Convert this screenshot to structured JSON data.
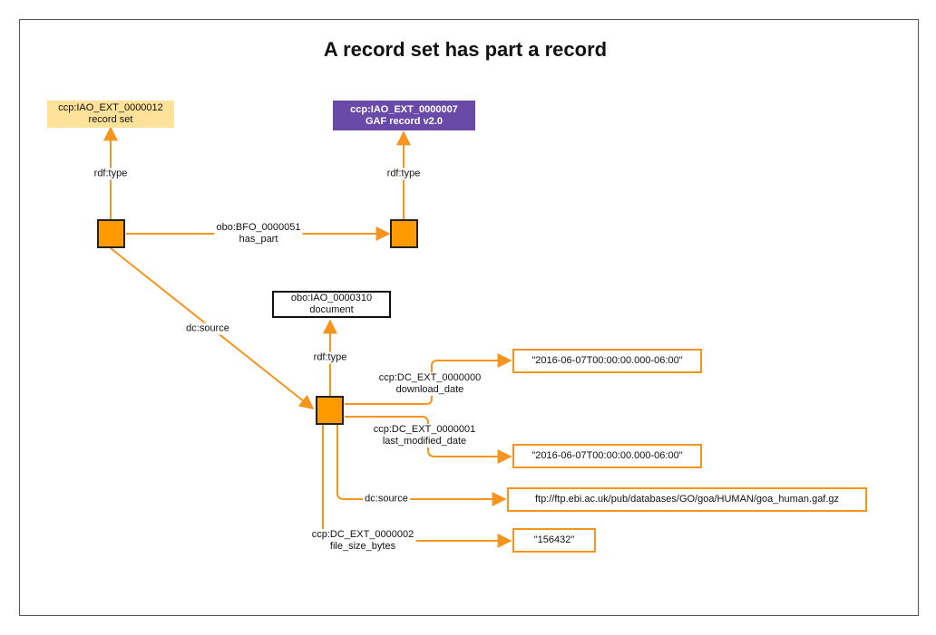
{
  "title": "A record set has part a record",
  "classes": {
    "record_set": {
      "id": "ccp:IAO_EXT_0000012",
      "label": "record set"
    },
    "gaf_record": {
      "id": "ccp:IAO_EXT_0000007",
      "label": "GAF record v2.0"
    },
    "document": {
      "id": "obo:IAO_0000310",
      "label": "document"
    }
  },
  "edges": {
    "rdf_type": "rdf:type",
    "has_part": {
      "id": "obo:BFO_0000051",
      "label": "has_part"
    },
    "dc_source": "dc:source",
    "download_date": {
      "id": "ccp:DC_EXT_0000000",
      "label": "download_date"
    },
    "last_modified_date": {
      "id": "ccp:DC_EXT_0000001",
      "label": "last_modified_date"
    },
    "file_size_bytes": {
      "id": "ccp:DC_EXT_0000002",
      "label": "file_size_bytes"
    }
  },
  "literals": {
    "download_date": "\"2016-06-07T00:00:00.000-06:00\"",
    "last_modified_date": "\"2016-06-07T00:00:00.000-06:00\"",
    "source_url": "ftp://ftp.ebi.ac.uk/pub/databases/GO/goa/HUMAN/goa_human.gaf.gz",
    "file_size": "\"156432\""
  },
  "colors": {
    "node_fill": "#ff9a00",
    "edge": "#f7941d",
    "class_yellow": "#ffe29a",
    "class_purple": "#6a4aa8"
  }
}
